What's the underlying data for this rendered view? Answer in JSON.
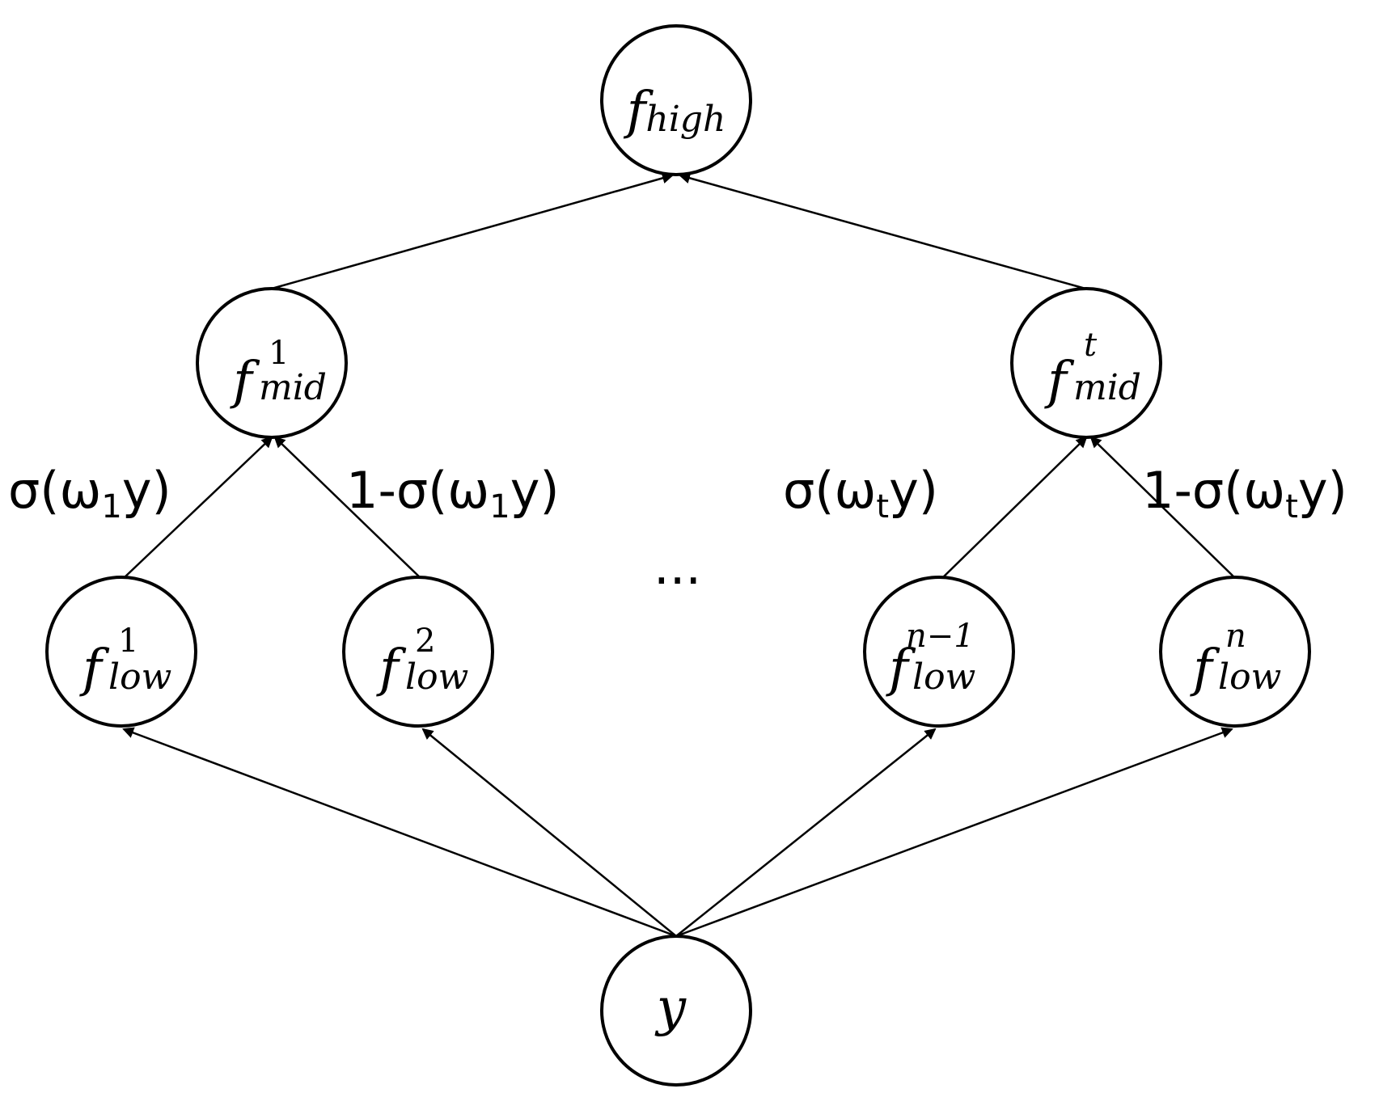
{
  "nodes": {
    "high": {
      "main": "f",
      "sub": "high",
      "sup": ""
    },
    "mid_1": {
      "main": "f",
      "sub": "mid",
      "sup": "1"
    },
    "mid_t": {
      "main": "f",
      "sub": "mid",
      "sup": "t"
    },
    "low_1": {
      "main": "f",
      "sub": "low",
      "sup": "1"
    },
    "low_2": {
      "main": "f",
      "sub": "low",
      "sup": "2"
    },
    "low_n1": {
      "main": "f",
      "sub": "low",
      "sup": "n−1"
    },
    "low_n": {
      "main": "f",
      "sub": "low",
      "sup": "n"
    },
    "input": {
      "main": "y"
    }
  },
  "edge_labels": {
    "left_1": {
      "pre": "σ(ω",
      "sub": "1",
      "post": "y)"
    },
    "right_1": {
      "pre": "1-σ(ω",
      "sub": "1",
      "post": "y)"
    },
    "left_t": {
      "pre": "σ(ω",
      "sub": "t",
      "post": "y)"
    },
    "right_t": {
      "pre": "1-σ(ω",
      "sub": "t",
      "post": "y)"
    }
  },
  "ellipsis": "..."
}
